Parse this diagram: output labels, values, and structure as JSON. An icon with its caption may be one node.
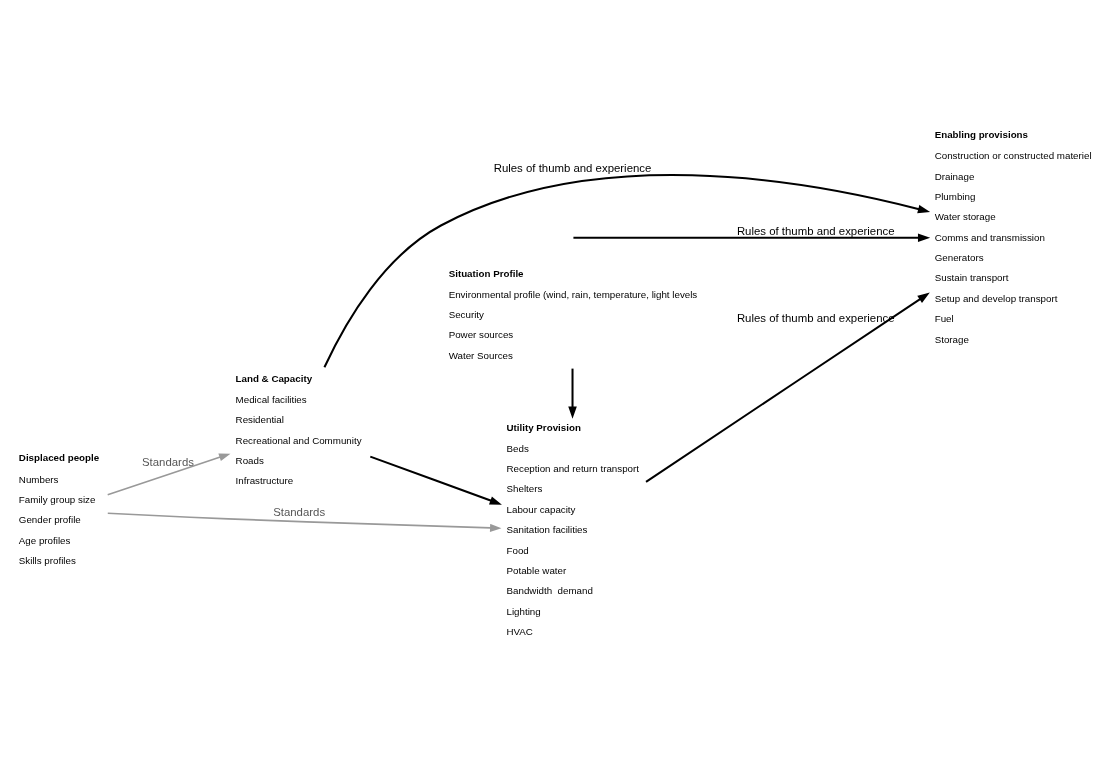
{
  "diagram": {
    "nodes": [
      {
        "text": [
          "Displaced people",
          "Numbers",
          "Family group size",
          "Gender profile",
          "Age profiles",
          "Skills profiles"
        ]
      },
      {
        "text": [
          "Land & Capacity",
          "Medical facilities",
          "Residential",
          "Recreational and Community",
          "Roads",
          "Infrastructure"
        ]
      },
      {
        "text": [
          "Utility Provision",
          "Beds",
          "Reception and return transport",
          "Shelters",
          "Labour capacity",
          "Sanitation facilities",
          "Food",
          "Potable water",
          "Bandwidth  demand",
          "Lighting",
          "HVAC"
        ]
      },
      {
        "text": [
          "Situation Profile",
          "Environmental profile (wind, rain, temperature, light levels",
          "Security",
          "Power sources",
          "Water Sources"
        ]
      },
      {
        "text": [
          "Enabling provisions",
          "Construction or constructed materiel",
          "Drainage",
          "Plumbing",
          "Water storage",
          "Comms and transmission",
          "Generators",
          "Sustain transport",
          "Setup and develop transport",
          "Fuel",
          "Storage"
        ]
      }
    ],
    "edges": [
      {
        "from": 0,
        "to": 1,
        "arrow": "to",
        "label": "Standards",
        "color": "#999999"
      },
      {
        "from": 0,
        "to": 2,
        "arrow": "to",
        "label": "Standards",
        "color": "#999999"
      },
      {
        "from": 1,
        "to": 4,
        "arrow": "to",
        "label": "Rules of thumb and experience"
      },
      {
        "from": 1,
        "to": 2,
        "arrow": "to"
      },
      {
        "from": 3,
        "to": 2,
        "arrow": "to"
      },
      {
        "from": 2,
        "to": 4,
        "arrow": "to",
        "label": "Rules of thumb and experience"
      },
      {
        "from": null,
        "to": 4,
        "arrow": "to",
        "label": "Rules of thumb and experience"
      }
    ]
  }
}
